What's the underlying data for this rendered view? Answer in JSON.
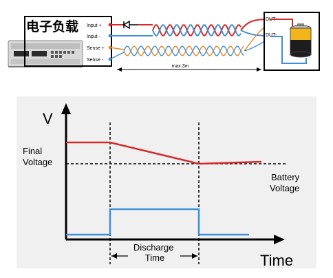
{
  "wiring": {
    "title": "电子负载",
    "terminals": [
      "Input +",
      "Input -",
      "Sense +",
      "Sense -"
    ],
    "dut_plus": "DUT+",
    "dut_minus": "DUT-",
    "cable_length": "max.3m"
  },
  "graph": {
    "y_axis": "V",
    "x_axis": "Time",
    "final_voltage": [
      "Final",
      "Voltage"
    ],
    "battery_voltage": [
      "Battery",
      "Voltage"
    ],
    "discharge_time": [
      "Discharge",
      "Time"
    ]
  },
  "colors": {
    "red": "#d62a2a",
    "blue": "#3f8fd6",
    "orange": "#e8882c",
    "panel_bg": "#f0f0f0"
  }
}
